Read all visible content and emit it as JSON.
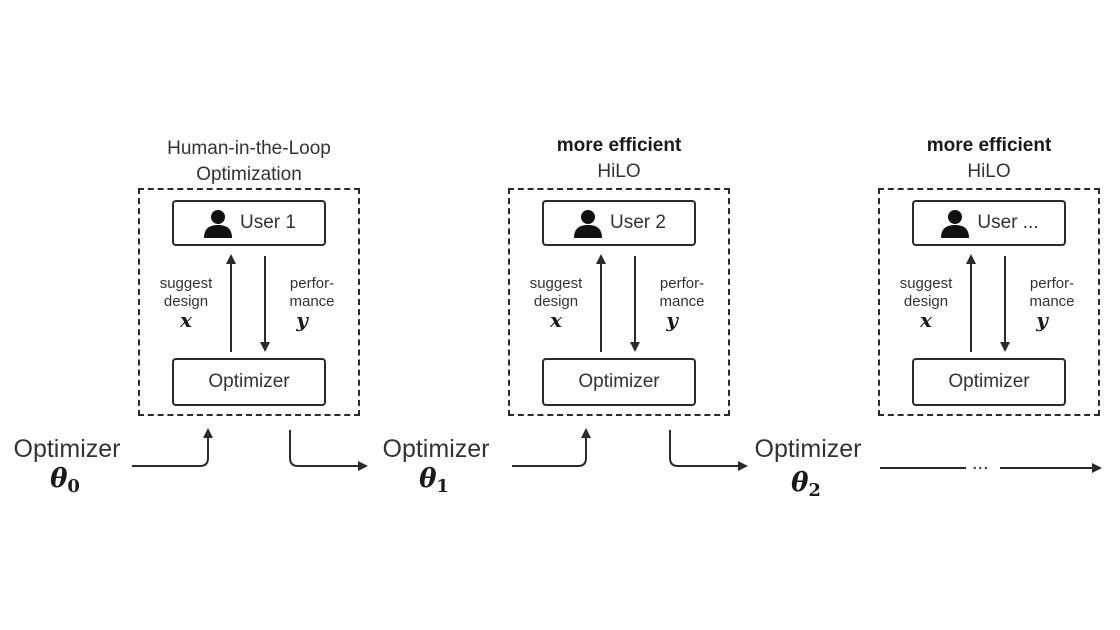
{
  "stages": [
    {
      "header_line1": "Human-in-the-Loop",
      "header_line1_bold": false,
      "header_line2": "Optimization",
      "user_label": "User 1",
      "left_label_1": "suggest",
      "left_label_2": "design",
      "left_var": "x",
      "right_label_1": "perfor-",
      "right_label_2": "mance",
      "right_var": "y",
      "optimizer_box": "Optimizer"
    },
    {
      "header_line1": "more efficient",
      "header_line1_bold": true,
      "header_line2": "HiLO",
      "user_label": "User 2",
      "left_label_1": "suggest",
      "left_label_2": "design",
      "left_var": "x",
      "right_label_1": "perfor-",
      "right_label_2": "mance",
      "right_var": "y",
      "optimizer_box": "Optimizer"
    },
    {
      "header_line1": "more efficient",
      "header_line1_bold": true,
      "header_line2": "HiLO",
      "user_label": "User ...",
      "left_label_1": "suggest",
      "left_label_2": "design",
      "left_var": "x",
      "right_label_1": "perfor-",
      "right_label_2": "mance",
      "right_var": "y",
      "optimizer_box": "Optimizer"
    }
  ],
  "optimizers": [
    {
      "label": "Optimizer",
      "symbol": "θ",
      "subscript": "0"
    },
    {
      "label": "Optimizer",
      "symbol": "θ",
      "subscript": "1"
    },
    {
      "label": "Optimizer",
      "symbol": "θ",
      "subscript": "2"
    }
  ],
  "continuation": "...",
  "icons": {
    "user": "user-icon"
  },
  "colors": {
    "stroke": "#2a2a2a",
    "text": "#333333"
  }
}
